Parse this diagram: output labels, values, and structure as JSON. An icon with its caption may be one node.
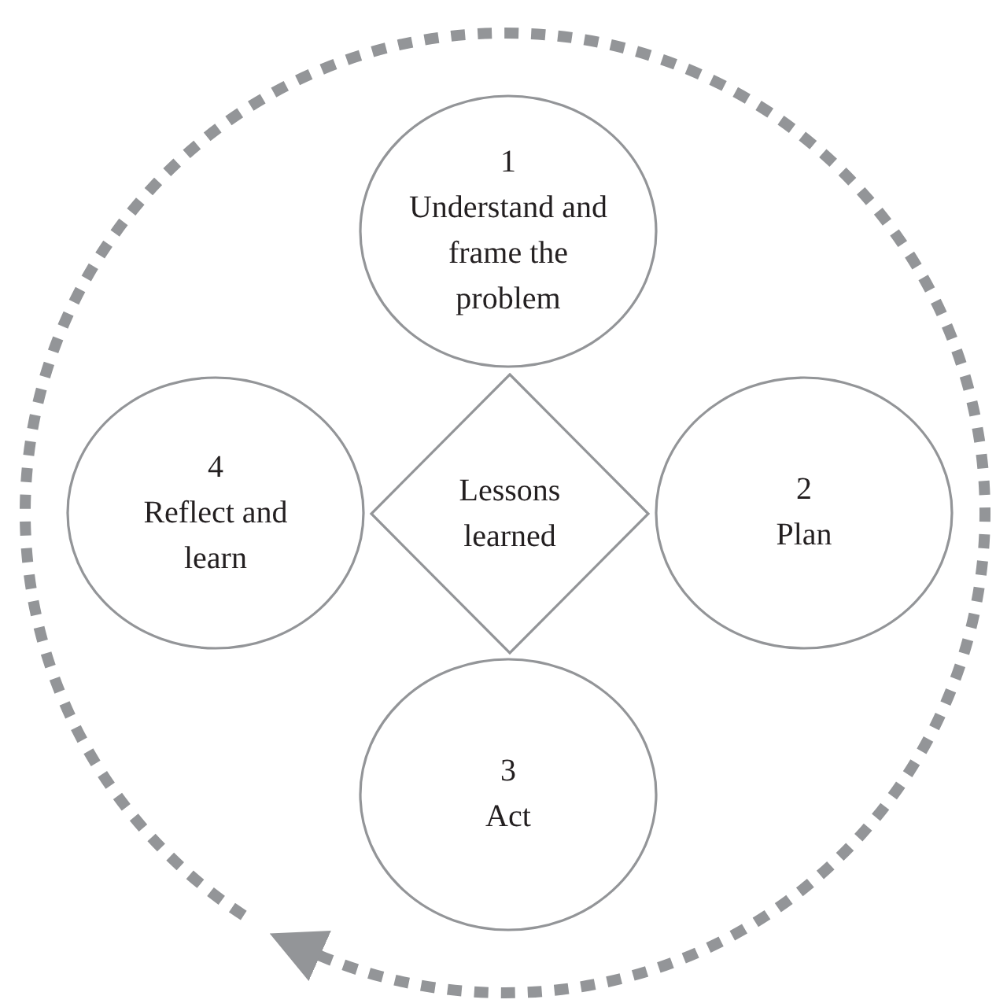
{
  "diagram": {
    "nodes": [
      {
        "text": [
          "1",
          "Understand and frame the problem"
        ]
      },
      {
        "text": [
          "4",
          "Reflect and learn"
        ]
      },
      {
        "text": [
          "Lessons learned"
        ]
      },
      {
        "text": [
          "2",
          "Plan"
        ]
      },
      {
        "text": [
          "3",
          "Act"
        ]
      }
    ]
  }
}
